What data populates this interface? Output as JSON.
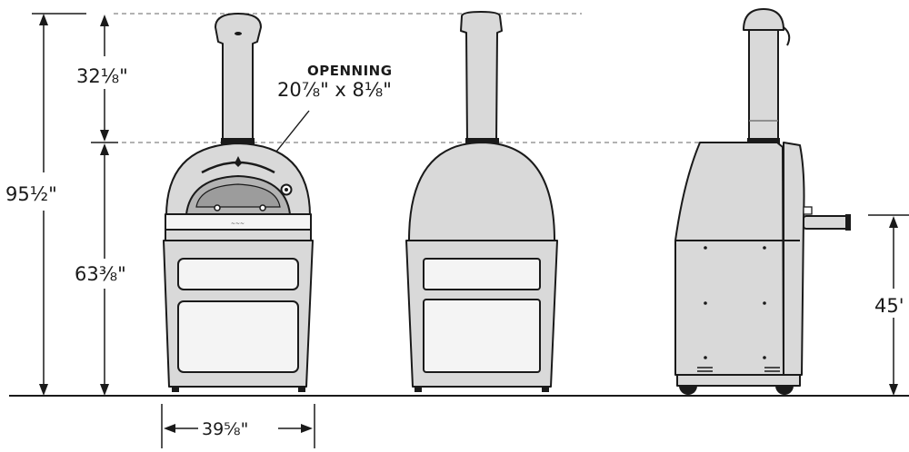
{
  "dimensions": {
    "total_height": "95½\"",
    "chimney_height": "32⅛\"",
    "body_height": "63⅜\"",
    "width": "39⅝\"",
    "side_height": "45'"
  },
  "opening": {
    "label": "OPENNING",
    "size": "20⅞\" x 8⅛\""
  }
}
